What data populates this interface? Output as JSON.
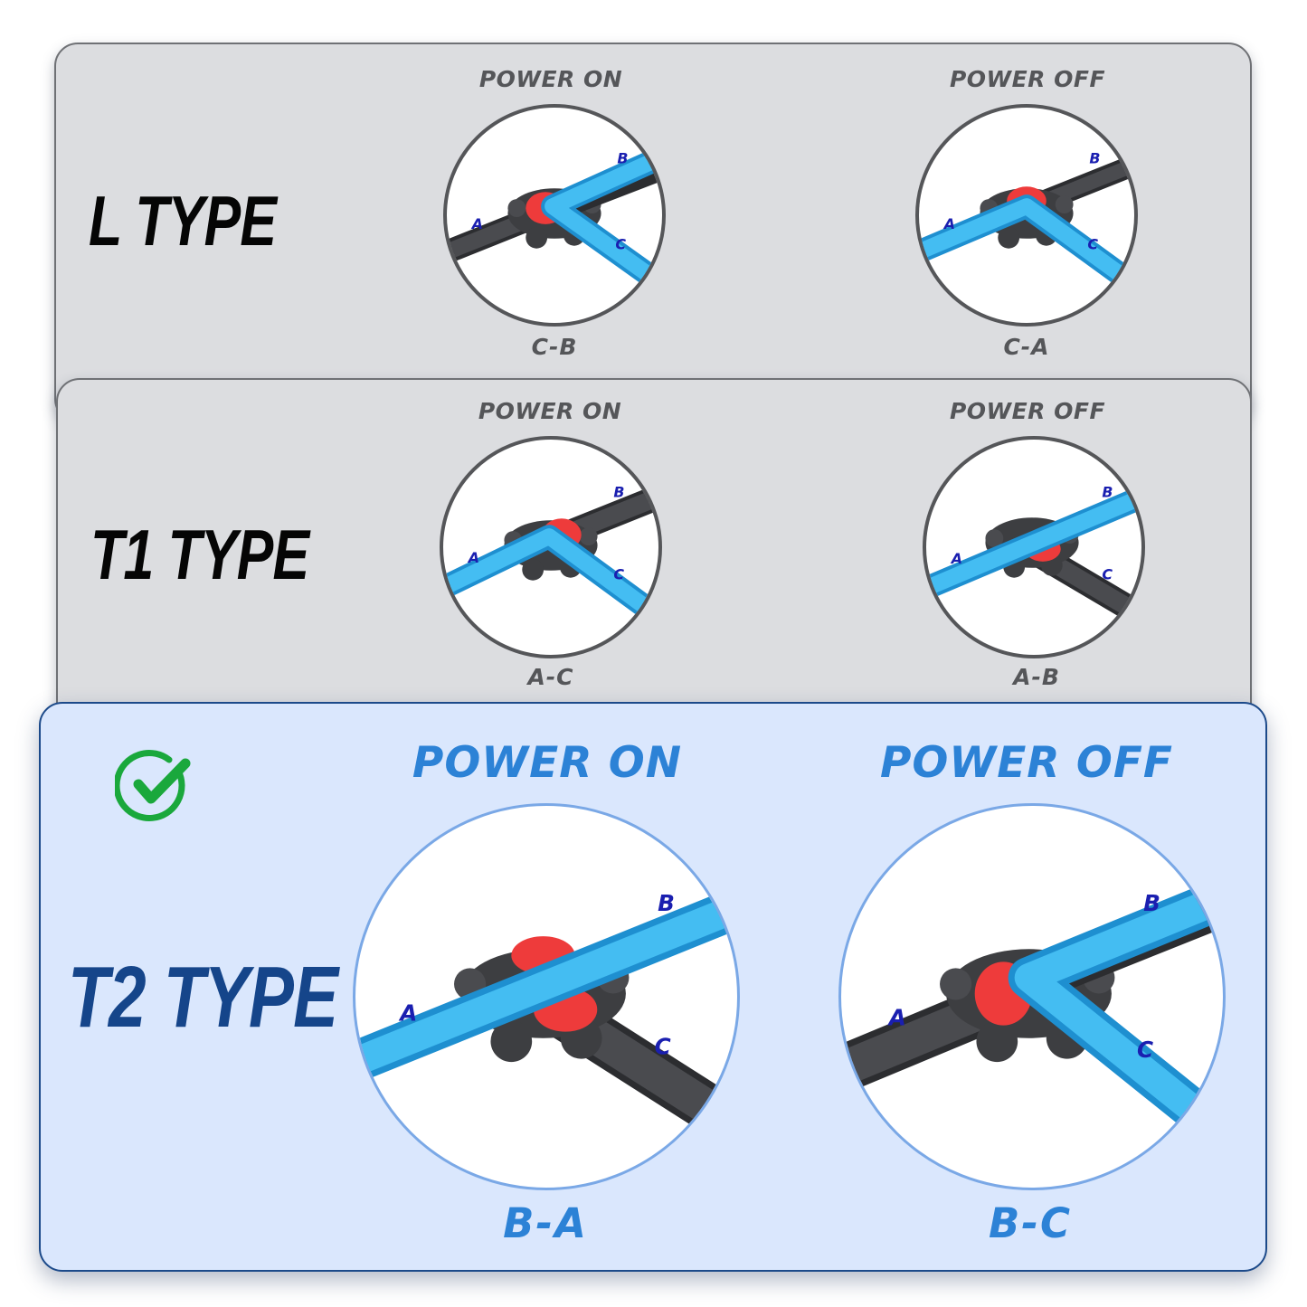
{
  "colors": {
    "card_gray_bg": "#dcdde0",
    "card_active_bg": "#dae7fd",
    "card_active_border": "#1c4a8a",
    "title_gray": "#555659",
    "title_active": "#2c82d6",
    "type_label_active": "#15458a",
    "pipe_flow": "#3fb4ef",
    "pipe_dark": "#3d3e41",
    "ball_red": "#ee3b3b",
    "port_label": "#1a1fb0",
    "check_green": "#1aa83c"
  },
  "rows": [
    {
      "id": "l-type",
      "label": "L TYPE",
      "selected": false,
      "states": [
        {
          "title": "POWER ON",
          "code": "C-B",
          "flow": [
            "C",
            "B"
          ]
        },
        {
          "title": "POWER OFF",
          "code": "C-A",
          "flow": [
            "C",
            "A"
          ]
        }
      ]
    },
    {
      "id": "t1-type",
      "label": "T1 TYPE",
      "selected": false,
      "states": [
        {
          "title": "POWER ON",
          "code": "A-C",
          "flow": [
            "A",
            "C"
          ]
        },
        {
          "title": "POWER OFF",
          "code": "A-B",
          "flow": [
            "A",
            "B"
          ]
        }
      ]
    },
    {
      "id": "t2-type",
      "label": "T2 TYPE",
      "selected": true,
      "selected_icon": "check-circle-icon",
      "states": [
        {
          "title": "POWER ON",
          "code": "B-A",
          "flow": [
            "B",
            "A"
          ]
        },
        {
          "title": "POWER OFF",
          "code": "B-C",
          "flow": [
            "B",
            "C"
          ]
        }
      ]
    }
  ],
  "ports": {
    "a": "A",
    "b": "B",
    "c": "C"
  }
}
